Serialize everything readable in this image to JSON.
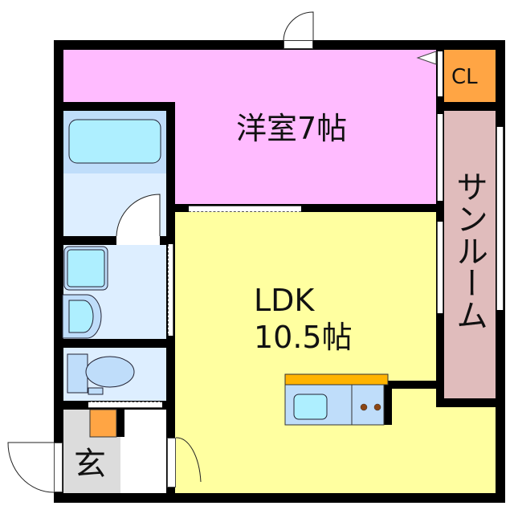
{
  "floorplan": {
    "rooms": {
      "western_room": {
        "label": "洋室7帖",
        "color": "#FFBBFF"
      },
      "ldk": {
        "label_line1": "LDK",
        "label_line2": "10.5帖",
        "color": "#FFFFA0"
      },
      "sunroom": {
        "label": "サンルーム",
        "color": "#E0BCBC"
      },
      "closet": {
        "label": "CL",
        "color": "#FFA544"
      },
      "entrance": {
        "label": "玄",
        "color": "#DCDCDC"
      },
      "bathroom": {
        "color": "#BFDDFA"
      },
      "washroom": {
        "color": "#DDEEFF"
      },
      "toilet": {
        "color": "#DDEEFF"
      }
    },
    "colors": {
      "wall": "#000000",
      "fixture_blue": "#AEEFFF",
      "fixture_light": "#BFDDFA",
      "counter": "#FFB300",
      "burner": "#8B4513",
      "shoe_box": "#FFA544"
    }
  }
}
